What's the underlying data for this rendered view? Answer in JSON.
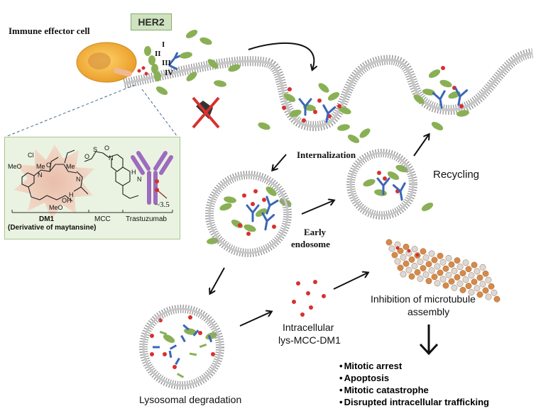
{
  "labels": {
    "immune_cell": "Immune effector cell",
    "her2": "HER2",
    "domains": [
      "I",
      "II",
      "III",
      "IV"
    ],
    "internalization": "Internalization",
    "recycling": "Recycling",
    "early_endosome": [
      "Early",
      "endosome"
    ],
    "lysosomal": "Lysosomal degradation",
    "intracellular": [
      "Intracellular",
      "lys-MCC-DM1"
    ],
    "inhibition": [
      "Inhibition of microtubule",
      "assembly"
    ]
  },
  "inset": {
    "dm1": "DM1",
    "dm1_sub": "(Derivative of maytansine)",
    "mcc": "MCC",
    "trastuzumab": "Trastuzumab",
    "ratio": "~3.5",
    "atoms": [
      "Cl",
      "MeO",
      "Me",
      "O",
      "N",
      "Me",
      "OH",
      "MeO",
      "H",
      "N",
      "O",
      "S",
      "O",
      "N",
      "H",
      "N"
    ]
  },
  "outcomes": [
    "Mitotic arrest",
    "Apoptosis",
    "Mitotic catastrophe",
    "Disrupted intracellular trafficking"
  ],
  "colors": {
    "membrane": "#9a9a9a",
    "antibody_blue": "#3a66b8",
    "receptor_green": "#8ab055",
    "drug_red": "#d8302e",
    "cell_yellow": "#f2b33c",
    "inset_bg": "#eaf3e1",
    "antibody_purple": "#9d6bbf"
  }
}
